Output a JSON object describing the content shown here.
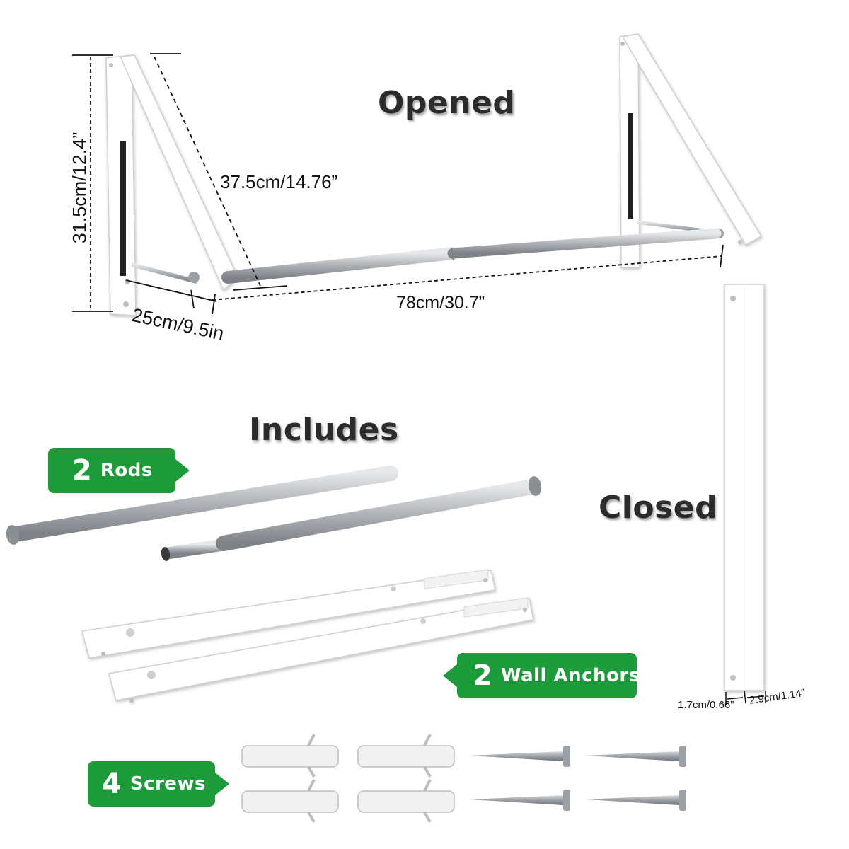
{
  "headings": {
    "opened": "Opened",
    "includes": "Includes",
    "closed": "Closed"
  },
  "dimensions": {
    "height": "31.5cm/12.4”",
    "diagonal": "37.5cm/14.76”",
    "depth": "25cm/9.5in",
    "width": "78cm/30.7”",
    "closed_width": "1.7cm/0.66”",
    "closed_depth": "2.9cm/1.14”"
  },
  "badges": {
    "rods": {
      "count": "2",
      "label": "Rods"
    },
    "anchors": {
      "count": "2",
      "label": "Wall Anchors"
    },
    "screws": {
      "count": "4",
      "label": "Screws"
    }
  },
  "colors": {
    "badge_green": "#1d9a3a",
    "heading_text": "#2b2b2b",
    "rod_silver": "#a9adb2",
    "bracket_white": "#ffffff"
  }
}
